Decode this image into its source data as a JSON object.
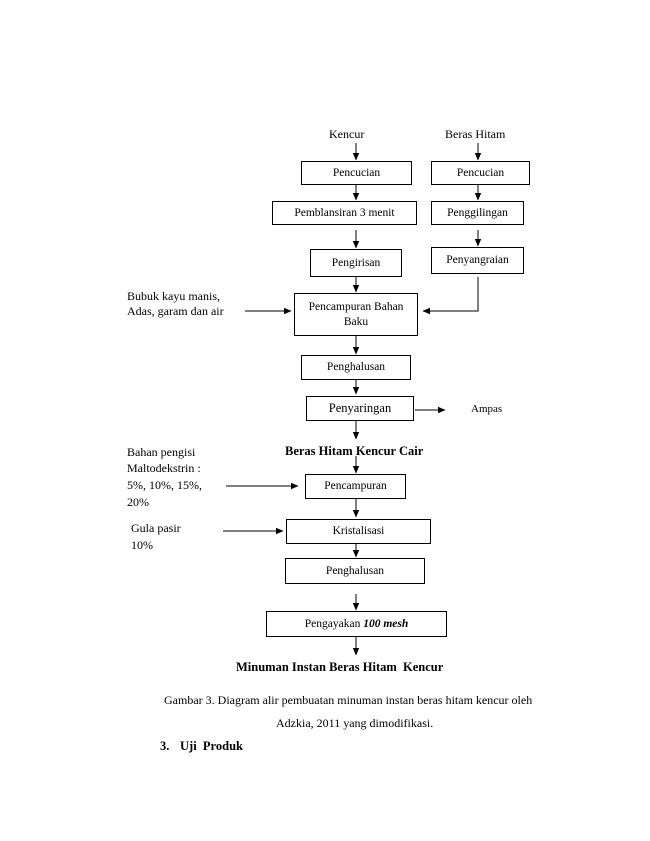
{
  "inputs": {
    "kencur": "Kencur",
    "beras_hitam": "Beras Hitam"
  },
  "left_branch": {
    "pencucian": "Pencucian",
    "pemblansiran": "Pemblansiran 3 menit",
    "pengirisan": "Pengirisan"
  },
  "right_branch": {
    "pencucian": "Pencucian",
    "penggilingan": "Penggilingan",
    "penyangraian": "Penyangraian"
  },
  "side_input_1": {
    "line1": "Bubuk kayu manis,",
    "line2": "Adas, garam dan air"
  },
  "main_flow": {
    "pencampuran_bahan_baku_line1": "Pencampuran Bahan",
    "pencampuran_bahan_baku_line2": "Baku",
    "penghalusan_1": "Penghalusan",
    "penyaringan": "Penyaringan",
    "ampas": "Ampas",
    "intermediate_product": "Beras Hitam Kencur Cair",
    "pencampuran": "Pencampuran",
    "kristalisasi": "Kristalisasi",
    "penghalusan_2": "Penghalusan",
    "pengayakan_prefix": "Pengayakan ",
    "pengayakan_mesh": "100 mesh",
    "final_product": "Minuman Instan Beras Hitam  Kencur"
  },
  "side_input_2": {
    "line1": "Bahan pengisi",
    "line2": "Maltodekstrin :",
    "line3": "5%, 10%, 15%,",
    "line4": "20%"
  },
  "side_input_3": {
    "line1": "Gula pasir",
    "line2": "10%"
  },
  "caption": {
    "line1": "Gambar 3. Diagram alir pembuatan minuman instan beras hitam kencur oleh",
    "line2": "Adzkia, 2011 yang dimodifikasi."
  },
  "section_heading": {
    "number": "3.",
    "title": "Uji  Produk"
  }
}
